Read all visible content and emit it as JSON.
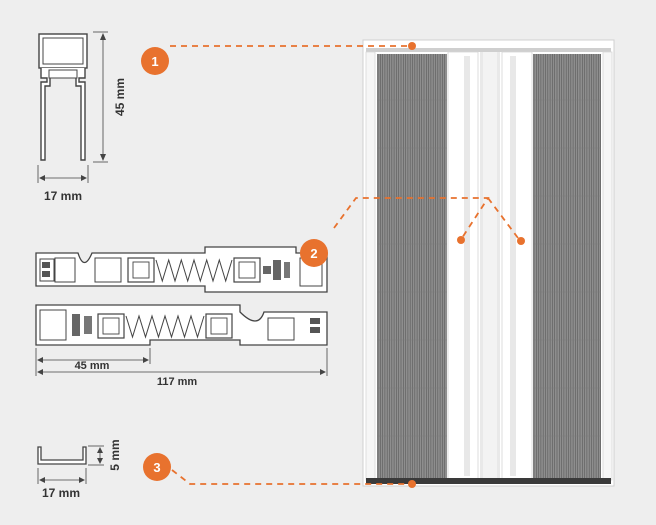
{
  "colors": {
    "background": "#eeeeee",
    "accent": "#e8722e",
    "profile_stroke": "#444444",
    "profile_fill": "#ffffff",
    "gasket_fill": "#555555",
    "mesh_fill": "#9a9a9a",
    "frame_fill": "#ffffff"
  },
  "dimensions": {
    "top_profile_height": "45 mm",
    "top_profile_width": "17 mm",
    "mid_profile_inner": "45 mm",
    "mid_profile_total": "117 mm",
    "bottom_rail_height": "5 mm",
    "bottom_rail_width": "17 mm"
  },
  "callouts": [
    {
      "number": "1",
      "target": "top-frame-profile"
    },
    {
      "number": "2",
      "target": "sliding-sash-profiles"
    },
    {
      "number": "3",
      "target": "bottom-threshold-rail"
    }
  ],
  "icons": {
    "product": "pleated-insect-screen-door-icon"
  }
}
